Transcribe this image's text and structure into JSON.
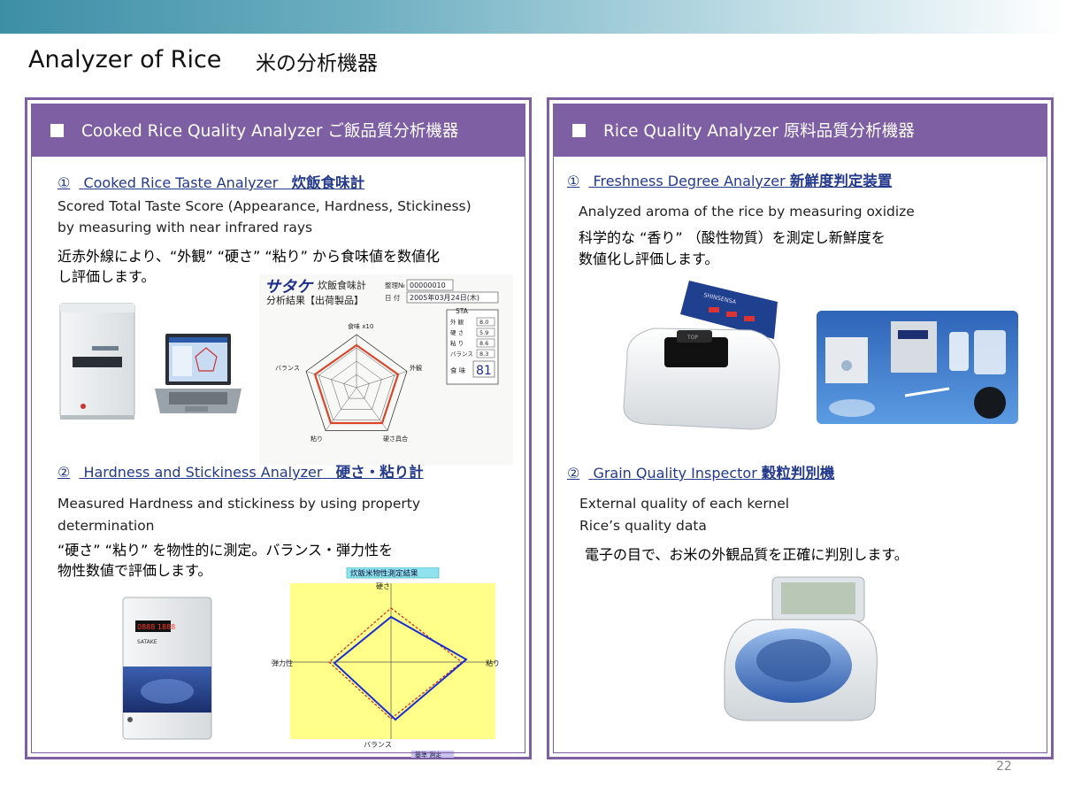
{
  "header": {
    "title": "Analyzer of Rice",
    "title_jp": "米の分析機器"
  },
  "left_panel": {
    "title": "Cooked Rice Quality Analyzer ご飯品質分析機器",
    "item1": {
      "num": "①",
      "heading": "Cooked Rice Taste Analyzer",
      "heading_jp": "炊飯食味計",
      "desc_line1": "Scored Total Taste Score (Appearance, Hardness, Stickiness)",
      "desc_line2": " by measuring with near infrared rays",
      "jp_line1": "近赤外線により、“外観” “硬さ” “粘り” から食味値を数値化",
      "jp_line2": "し評価します。",
      "report": {
        "logo": "サタケ",
        "line1": "炊飯食味計",
        "line2": "分析結果【出荷製品】",
        "id_label": "整理№",
        "id_value": "00000010",
        "date_label": "日 付",
        "date_value": "2005年03月24日(木)",
        "axis_top": "食味 x10",
        "axis_right": "外観",
        "axis_left": "バランス",
        "axis_bottom_left": "粘り",
        "axis_bottom_right": "硬さ具合",
        "sta_label": "STA",
        "rows": [
          {
            "label": "外 観",
            "value": "8.0"
          },
          {
            "label": "硬 さ",
            "value": "5.9"
          },
          {
            "label": "粘 り",
            "value": "8.6"
          },
          {
            "label": "バランス",
            "value": "8.3"
          }
        ],
        "score_label": "食 味",
        "score_value": "81"
      }
    },
    "item2": {
      "num": "②",
      "heading": "Hardness and Stickiness Analyzer",
      "heading_jp": "硬さ・粘り計",
      "desc_line1": "Measured Hardness and stickiness by using property",
      "desc_line2": "determination",
      "jp_line1": "“硬さ” “粘り” を物性的に測定。バランス・弾力性を",
      "jp_line2": "物性数値で評価します。",
      "chart": {
        "title": "炊飯米物性測定結果",
        "top": "硬さ",
        "right": "粘り",
        "left": "弾力性",
        "bottom": "バランス",
        "footer": "基準 測定"
      },
      "device": {
        "brand": "SATAKE",
        "display": "0888 1888"
      }
    }
  },
  "right_panel": {
    "title": "Rice Quality Analyzer 原料品質分析機器",
    "item1": {
      "num": "①",
      "heading": "Freshness Degree Analyzer",
      "heading_jp": "新鮮度判定装置",
      "desc_line1": "Analyzed aroma of the rice by measuring oxidize",
      "jp_line1": "科学的な “香り” （酸性物質）を測定し新鮮度を",
      "jp_line2": "数値化し評価します。",
      "device_label": "SHINSENSA",
      "tray_label": "TOP"
    },
    "item2": {
      "num": "②",
      "heading": "Grain Quality Inspector",
      "heading_jp": "穀粒判別機",
      "desc_line1": "External quality of each kernel",
      "desc_line2": "Rice’s quality data",
      "jp_line1": "電子の目で、お米の外観品質を正確に判別します。"
    }
  },
  "footer": {
    "page_number": "22"
  },
  "colors": {
    "accent_purple": "#7e5fa3",
    "heading_blue": "#243a8c",
    "topbar_teal": "#3d8fa6"
  }
}
